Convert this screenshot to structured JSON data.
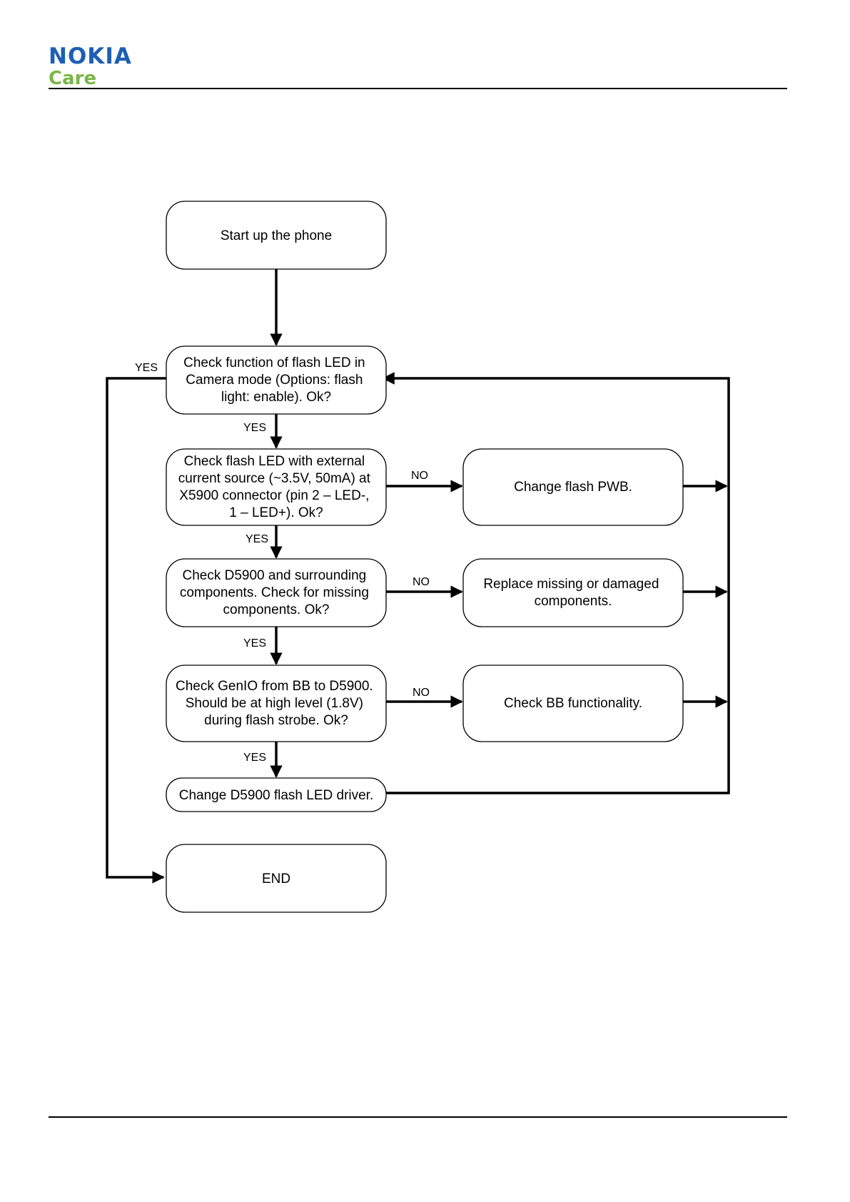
{
  "header": {
    "brand": "NOKIA",
    "sub_brand": "Care",
    "colors": {
      "brand": "#1d5fb4",
      "sub_brand": "#7ab648"
    }
  },
  "flowchart": {
    "nodes": {
      "start": [
        "Start up the phone"
      ],
      "check_function": [
        "Check function of flash LED in",
        "Camera mode (Options: flash",
        "light: enable). Ok?"
      ],
      "check_external": [
        "Check flash LED with external",
        "current source (~3.5V, 50mA) at",
        "X5900 connector (pin 2 – LED-,",
        "1 – LED+). Ok?"
      ],
      "check_d5900": [
        "Check D5900 and surrounding",
        "components. Check for missing",
        "components. Ok?"
      ],
      "check_genio": [
        "Check GenIO from BB to D5900.",
        "Should be at high level (1.8V)",
        "during flash strobe. Ok?"
      ],
      "change_driver": [
        "Change D5900 flash LED driver."
      ],
      "end": [
        "END"
      ],
      "change_pwb": [
        "Change flash PWB."
      ],
      "replace_components": [
        "Replace missing or damaged",
        "components."
      ],
      "check_bb": [
        "Check BB functionality."
      ]
    },
    "edge_labels": {
      "yes_to_end": "YES",
      "yes_1": "YES",
      "yes_2": "YES",
      "yes_3": "YES",
      "yes_4": "YES",
      "no_1": "NO",
      "no_2": "NO",
      "no_3": "NO"
    }
  }
}
